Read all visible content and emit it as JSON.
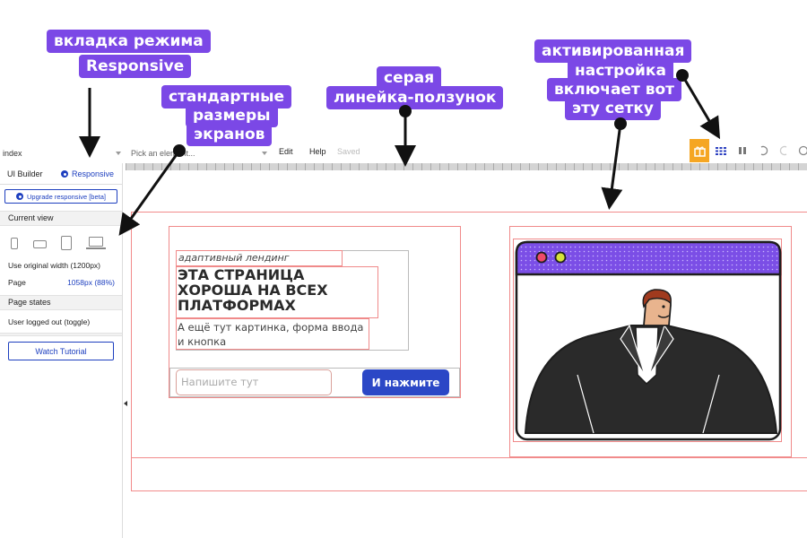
{
  "toolbar": {
    "page_select": "index",
    "element_picker": "Pick an element...",
    "edit": "Edit",
    "help": "Help",
    "saved": "Saved"
  },
  "panel": {
    "tab_ui_builder": "UI Builder",
    "tab_responsive": "Responsive",
    "upgrade_button": "Upgrade responsive [beta]",
    "current_view_header": "Current view",
    "use_original_width": "Use original width (1200px)",
    "page_label": "Page",
    "page_value": "1058px (88%)",
    "page_states_header": "Page states",
    "user_logged_out": "User logged out (toggle)",
    "watch_tutorial": "Watch Tutorial"
  },
  "canvas": {
    "subtitle": "адаптивный лендинг",
    "heading": "ЭТА СТРАНИЦА ХОРОША НА ВСЕХ ПЛАТФОРМАХ",
    "description": "А ещё тут картинка, форма ввода и кнопка",
    "input_placeholder": "Напишите тут",
    "button_label": "И нажмите"
  },
  "annotations": {
    "mode_tab_line1": "вкладка режима",
    "mode_tab_line2": "Responsive",
    "screen_sizes_line1": "стандартные",
    "screen_sizes_line2": "размеры",
    "screen_sizes_line3": "экранов",
    "ruler_line1": "серая",
    "ruler_line2": "линейка-ползунок",
    "grid_line1": "активированная",
    "grid_line2": "настройка",
    "grid_line3": "включает вот",
    "grid_line4": "эту сетку"
  },
  "colors": {
    "accent_blue": "#2b47c6",
    "annotation_purple": "#7b48e6",
    "grid_red": "#f28b8b",
    "gift_orange": "#f5a623"
  }
}
